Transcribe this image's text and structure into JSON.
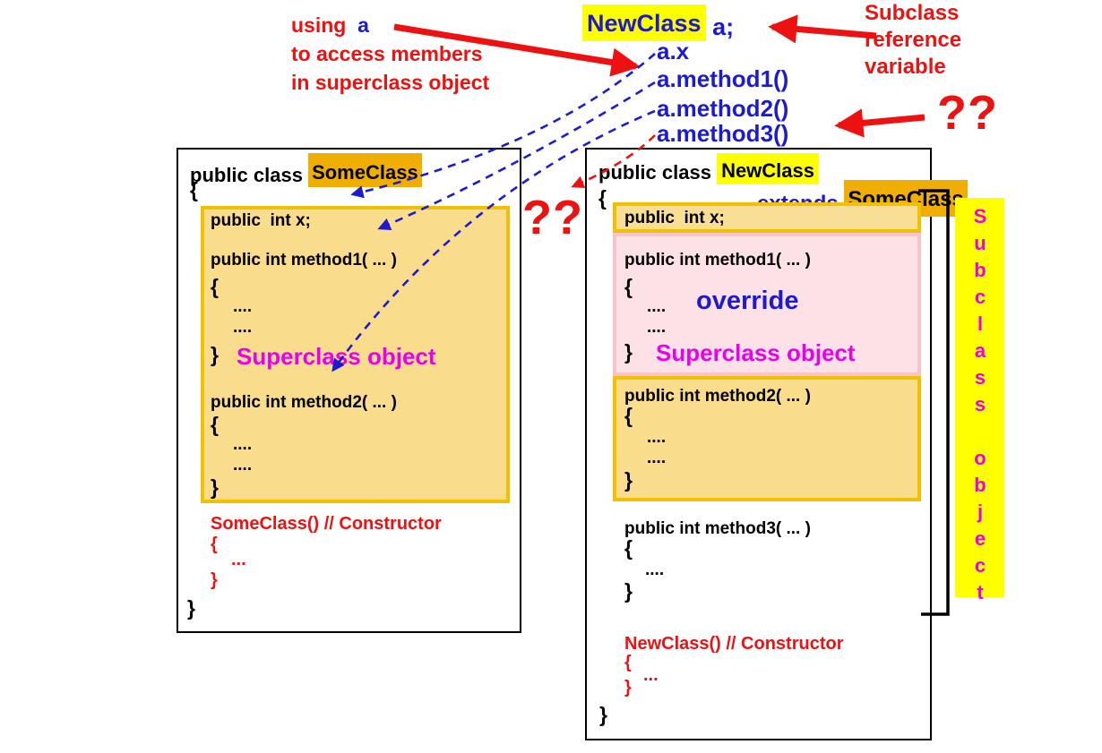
{
  "top": {
    "using_note": {
      "l1_red": "using",
      "l1_blue": "a",
      "l2": "to access members",
      "l3": "in superclass object"
    },
    "declaration": {
      "name": "NewClass",
      "rest": "a;"
    },
    "access_list": {
      "x": "a.x",
      "m1": "a.method1()",
      "m2": "a.method2()",
      "m3": "a.method3()"
    },
    "subclass_ref": {
      "l1": "Subclass",
      "l2": "reference",
      "l3": "variable"
    },
    "qq_right": "??",
    "qq_middle": "??"
  },
  "shared": {
    "open_brace": "{",
    "close_brace": "}",
    "dots4": "....",
    "dots3": "...",
    "superclass_label": "Superclass object"
  },
  "left_class": {
    "title_prefix": "public class ",
    "title_name": "SomeClass",
    "field": "public  int x;",
    "method1_sig": "public int method1( ... )",
    "method2_sig": "public int method2( ... )",
    "ctor": "SomeClass() // Constructor"
  },
  "right_class": {
    "title_prefix": "public class ",
    "title_name": "NewClass",
    "extends_kw": "extends",
    "extends_name": "SomeClass",
    "field": "public  int x;",
    "method1_sig": "public int method1( ... )",
    "override_label": "override",
    "method2_sig": "public int method2( ... )",
    "method3_sig": "public int method3( ... )",
    "ctor": "NewClass() // Constructor",
    "subclass_object_label": "Subclass object"
  },
  "colors": {
    "red": "#EE1111",
    "blue": "#1C1CCE",
    "magenta": "#EA00EA",
    "yellow_highlight": "#FFFF00",
    "amber_highlight": "#F0AF00",
    "gold_fill": "#F9DC8C",
    "gold_border": "#F2C000",
    "pink_fill": "#FCE1E6",
    "pink_border": "#F8C3CB"
  }
}
